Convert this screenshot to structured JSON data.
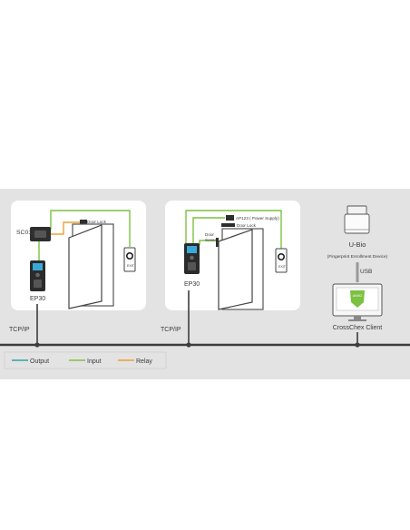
{
  "left_panel": {
    "controller_label": "SC011",
    "lock_label": "Door Lock",
    "exit_label": "EXIT",
    "device_label": "EP30",
    "network_label": "TCP/IP"
  },
  "mid_panel": {
    "power_label": "AP123 ( Power Supply)",
    "lock_label": "Door Lock",
    "sensor_label_1": "Door",
    "sensor_label_2": "Sensor",
    "exit_label": "EXIT",
    "device_label": "EP30",
    "network_label": "TCP/IP"
  },
  "right_panel": {
    "enroll_title": "U-Bio",
    "enroll_subtitle": "(Fingerprint Enrollment Device)",
    "usb_label": "USB",
    "client_label": "CrossChex Client",
    "screen_badge": "ANVIZ"
  },
  "legend": {
    "items": [
      {
        "label": "Output",
        "color": "#2aa6a6"
      },
      {
        "label": "Input",
        "color": "#7cc142"
      },
      {
        "label": "Relay",
        "color": "#f0a030"
      }
    ]
  },
  "colors": {
    "band": "#e3e3e3",
    "panel": "#ffffff",
    "bus": "#3d3d3d",
    "input_wire": "#7cc142",
    "relay_wire": "#f0a030",
    "output_wire": "#2aa6a6"
  }
}
